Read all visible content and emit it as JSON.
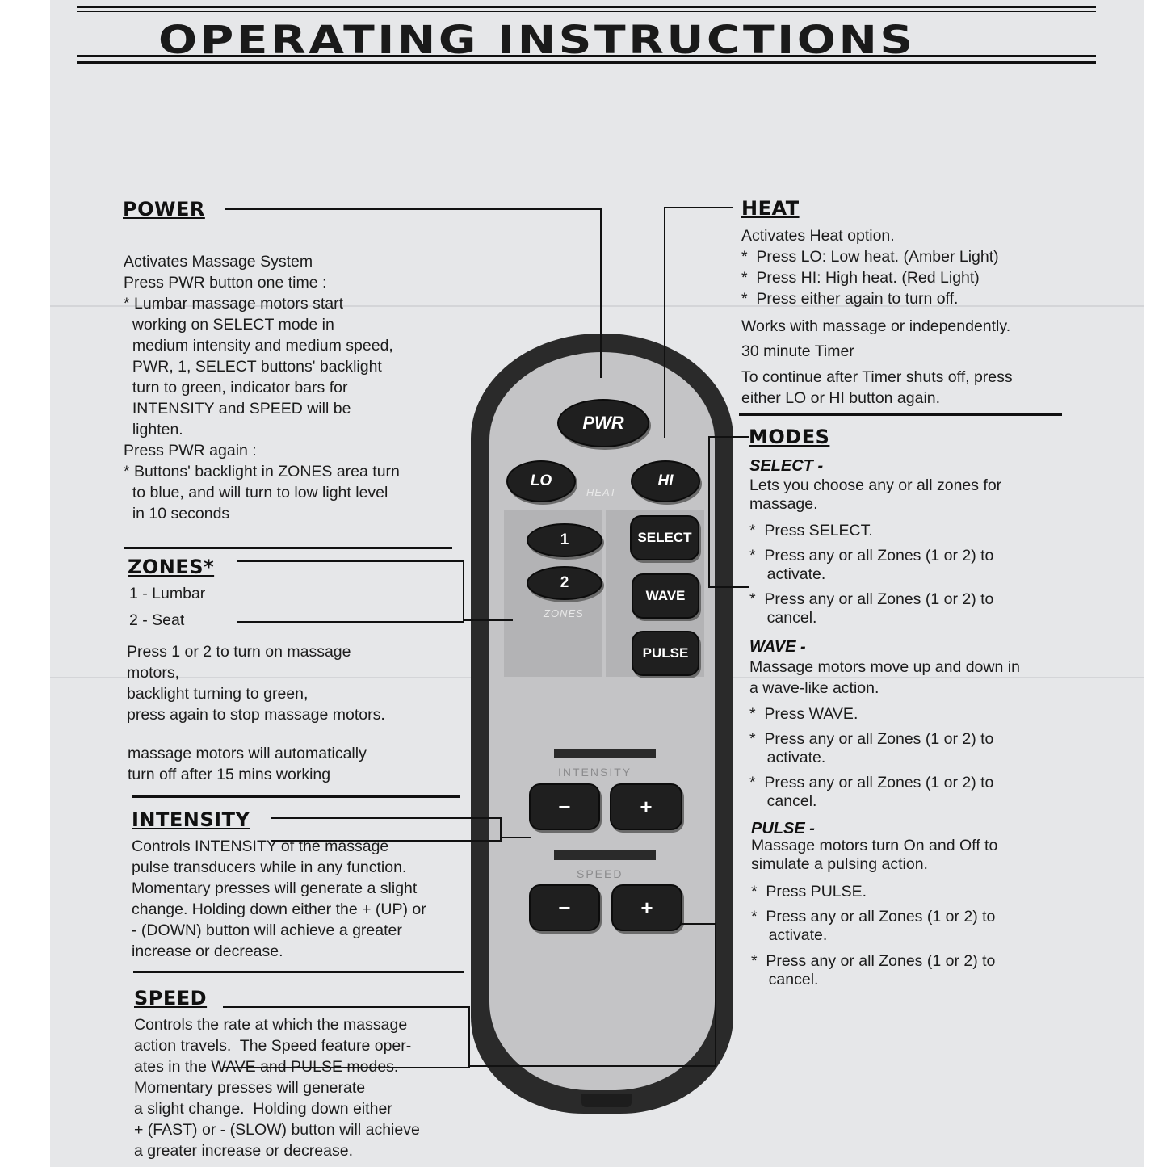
{
  "title": "OPERATING INSTRUCTIONS",
  "power": {
    "heading": "POWER",
    "body": "Activates Massage System\nPress PWR button one time :\n* Lumbar massage motors start\n  working on SELECT mode in\n  medium intensity and medium speed,\n  PWR, 1, SELECT buttons' backlight\n  turn to green, indicator bars for\n  INTENSITY and SPEED will be\n  lighten.\nPress PWR again :\n* Buttons' backlight in ZONES area turn\n  to blue, and will turn to low light level\n  in 10 seconds"
  },
  "zones": {
    "heading": "ZONES*",
    "list": "1 - Lumbar",
    "list2": "2 - Seat",
    "body": "Press 1 or 2 to turn on massage\nmotors,\nbacklight turning to green,\npress again to stop massage motors.",
    "note": "massage motors will automatically\nturn off after 15 mins working"
  },
  "intensity": {
    "heading": "INTENSITY",
    "body": "Controls INTENSITY of the massage\npulse transducers while in any function.\nMomentary presses will generate a slight\nchange. Holding down either the + (UP) or\n- (DOWN) button will achieve a greater\nincrease or decrease."
  },
  "speed": {
    "heading": "SPEED",
    "body": "Controls the rate at which the massage\naction travels.  The Speed feature oper-\nates in the WAVE and PULSE modes.\nMomentary presses will generate\na slight change.  Holding down either\n+ (FAST) or - (SLOW) button will achieve\na greater increase or decrease."
  },
  "heat": {
    "heading": "HEAT",
    "body": "Activates Heat option.\n*  Press LO: Low heat. (Amber Light)\n*  Press HI: High heat. (Red Light)\n*  Press either again to turn off.",
    "line1": "Works with massage or independently.",
    "line2": "30 minute Timer",
    "line3": "To continue after Timer shuts off, press\neither LO or HI button again."
  },
  "modes": {
    "heading": "MODES",
    "select_title": "SELECT -",
    "select_desc": "Lets you choose any or all zones for\nmassage.",
    "select_b1": "*  Press SELECT.",
    "select_b2": "*  Press any or all Zones (1 or 2) to\n    activate.",
    "select_b3": "*  Press any or all Zones (1 or 2) to\n    cancel.",
    "wave_title": "WAVE -",
    "wave_desc": "Massage motors move up and down in\na wave-like action.",
    "wave_b1": "*  Press WAVE.",
    "wave_b2": "*  Press any or all Zones (1 or 2) to\n    activate.",
    "wave_b3": "*  Press any or all Zones (1 or 2) to\n    cancel.",
    "pulse_title": "PULSE -",
    "pulse_desc": "Massage motors turn On and Off to\nsimulate a pulsing action.",
    "pulse_b1": "*  Press PULSE.",
    "pulse_b2": "*  Press any or all Zones (1 or 2) to\n    activate.",
    "pulse_b3": "*  Press any or all Zones (1 or 2) to\n    cancel."
  },
  "remote": {
    "pwr": "PWR",
    "lo": "LO",
    "hi": "HI",
    "heat_label": "HEAT",
    "zone1": "1",
    "zone2": "2",
    "zones_label": "ZONES",
    "select": "SELECT",
    "wave": "WAVE",
    "pulse": "PULSE",
    "intensity_label": "INTENSITY",
    "speed_label": "SPEED",
    "minus": "−",
    "plus": "+"
  }
}
